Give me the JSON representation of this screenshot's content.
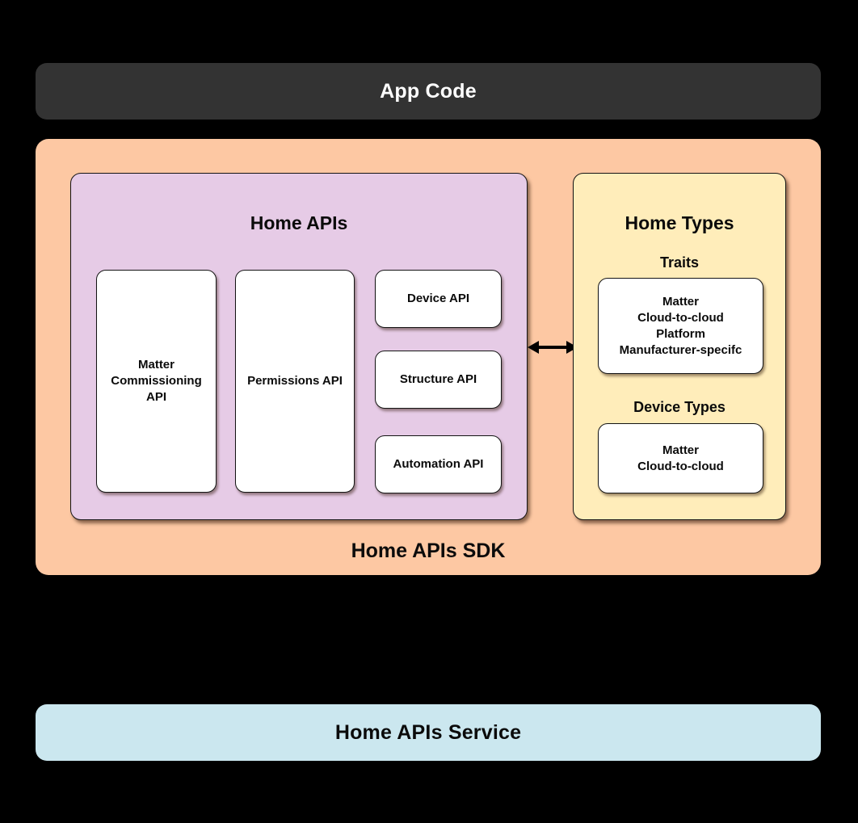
{
  "diagram": {
    "app_code": {
      "label": "App Code"
    },
    "sdk": {
      "label": "Home APIs SDK",
      "home_apis": {
        "title": "Home APIs",
        "matter_commissioning_api": "Matter\nCommissioning\nAPI",
        "permissions_api": "Permissions API",
        "device_api": "Device API",
        "structure_api": "Structure API",
        "automation_api": "Automation API"
      },
      "home_types": {
        "title": "Home Types",
        "traits_label": "Traits",
        "traits_items": "Matter\nCloud-to-cloud\nPlatform\nManufacturer-specifc",
        "device_types_label": "Device Types",
        "device_types_items": "Matter\nCloud-to-cloud"
      },
      "connector_icon": "bidirectional-arrow"
    },
    "service": {
      "label": "Home APIs Service"
    }
  },
  "colors": {
    "background": "#000000",
    "app_code_bg": "#333333",
    "app_code_text": "#ffffff",
    "sdk_bg": "#fdc8a3",
    "home_apis_bg": "#e6cbe6",
    "home_types_bg": "#ffedba",
    "service_bg": "#cbe7ef",
    "card_bg": "#ffffff",
    "border": "#141414",
    "text_dark": "#0b0b0b"
  }
}
